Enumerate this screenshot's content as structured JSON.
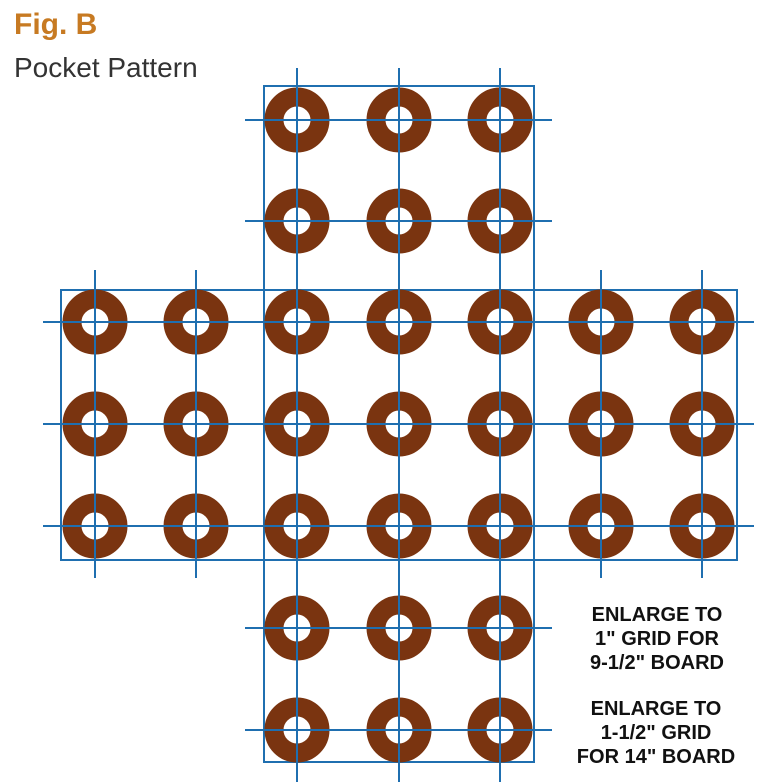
{
  "figure": {
    "label": "Fig. B",
    "title": "Pocket Pattern"
  },
  "notes": [
    {
      "lines": [
        "ENLARGE TO",
        "1\" GRID FOR",
        "9-1/2\" BOARD"
      ]
    },
    {
      "lines": [
        "ENLARGE TO",
        "1-1/2\" GRID",
        "FOR 14\" BOARD"
      ]
    }
  ],
  "colors": {
    "ring": "#7a3410",
    "grid_line": "#1f6fb0",
    "label_accent": "#c77a22"
  },
  "board": {
    "shape": "cross",
    "rows": [
      {
        "label": "row-1",
        "columns": [
          3,
          4,
          5
        ]
      },
      {
        "label": "row-2",
        "columns": [
          3,
          4,
          5
        ]
      },
      {
        "label": "row-3",
        "columns": [
          1,
          2,
          3,
          4,
          5,
          6,
          7
        ]
      },
      {
        "label": "row-4",
        "columns": [
          1,
          2,
          3,
          4,
          5,
          6,
          7
        ]
      },
      {
        "label": "row-5",
        "columns": [
          1,
          2,
          3,
          4,
          5,
          6,
          7
        ]
      },
      {
        "label": "row-6",
        "columns": [
          3,
          4,
          5
        ]
      },
      {
        "label": "row-7",
        "columns": [
          3,
          4,
          5
        ]
      }
    ],
    "pocket_count": 33
  }
}
